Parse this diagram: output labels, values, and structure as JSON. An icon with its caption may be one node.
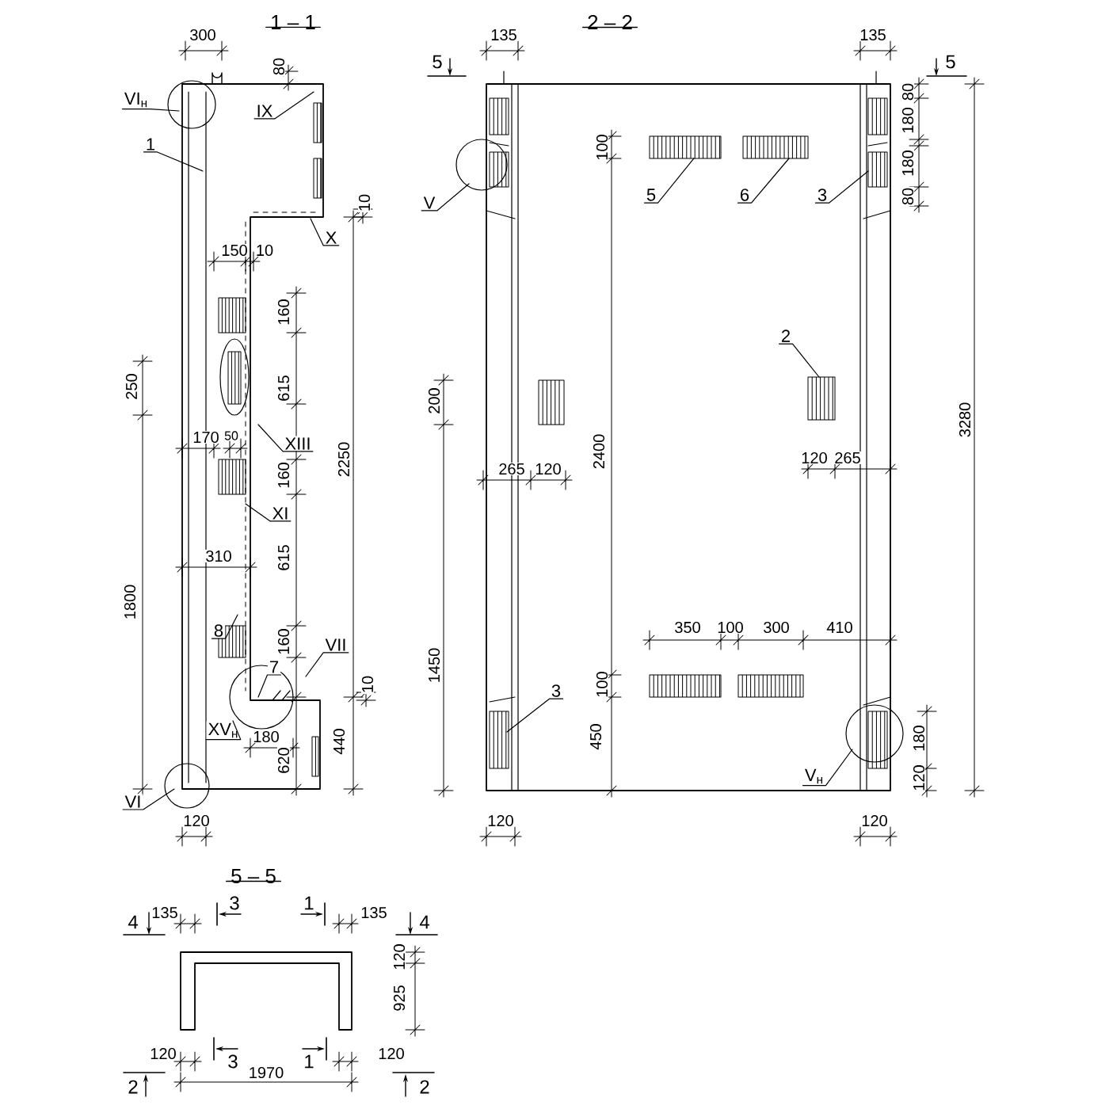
{
  "diagram": {
    "nodes": [
      {
        "text": [
          "VI$_{н}$"
        ]
      },
      {
        "text": [
          "1"
        ]
      },
      {
        "text": [
          "IX"
        ]
      },
      {
        "text": [
          "X"
        ]
      },
      {
        "text": [
          "XIII"
        ]
      },
      {
        "text": [
          "XI"
        ]
      },
      {
        "text": [
          "8"
        ]
      },
      {
        "text": [
          "7"
        ]
      },
      {
        "text": [
          "VII"
        ]
      },
      {
        "text": [
          "XV$_{н}$"
        ]
      },
      {
        "text": [
          "VI"
        ]
      },
      {
        "text": [
          "V"
        ]
      },
      {
        "text": [
          "5"
        ]
      },
      {
        "text": [
          "6"
        ]
      },
      {
        "text": [
          "3"
        ]
      },
      {
        "text": [
          "2"
        ]
      },
      {
        "text": [
          "3"
        ]
      },
      {
        "text": [
          "V$_{н}$"
        ]
      }
    ],
    "edges": [
      {
        "from": 0,
        "to": null,
        "arrow": "none"
      },
      {
        "from": 1,
        "to": null,
        "arrow": "none"
      },
      {
        "from": 2,
        "to": null,
        "arrow": "none"
      },
      {
        "from": 3,
        "to": null,
        "arrow": "none"
      },
      {
        "from": 4,
        "to": null,
        "arrow": "none"
      },
      {
        "from": 5,
        "to": null,
        "arrow": "none"
      },
      {
        "from": 6,
        "to": null,
        "arrow": "none"
      },
      {
        "from": 7,
        "to": null,
        "arrow": "none"
      },
      {
        "from": 8,
        "to": null,
        "arrow": "none"
      },
      {
        "from": 9,
        "to": null,
        "arrow": "none"
      },
      {
        "from": 10,
        "to": null,
        "arrow": "none"
      },
      {
        "from": 11,
        "to": null,
        "arrow": "none"
      },
      {
        "from": 12,
        "to": null,
        "arrow": "none"
      },
      {
        "from": 13,
        "to": null,
        "arrow": "none"
      },
      {
        "from": 14,
        "to": null,
        "arrow": "none"
      },
      {
        "from": 15,
        "to": null,
        "arrow": "none"
      },
      {
        "from": 16,
        "to": null,
        "arrow": "none"
      },
      {
        "from": 17,
        "to": null,
        "arrow": "none"
      }
    ],
    "labels": [
      "1 – 1",
      "300",
      "80",
      "10",
      "150",
      "10",
      "160",
      "250",
      "615",
      "170",
      "50",
      "2250",
      "160",
      "310",
      "615",
      "1800",
      "160",
      "10",
      "180",
      "440",
      "620",
      "120",
      "2 – 2",
      "5",
      "135",
      "135",
      "5",
      "80",
      "180",
      "180",
      "80",
      "100",
      "3280",
      "200",
      "2400",
      "265",
      "120",
      "120",
      "265",
      "1450",
      "350",
      "100",
      "300",
      "410",
      "100",
      "450",
      "180",
      "120",
      "120",
      "120",
      "5 – 5",
      "4",
      "135",
      "3",
      "1",
      "135",
      "4",
      "120",
      "925",
      "120",
      "3",
      "1",
      "120",
      "2",
      "2",
      "1970"
    ]
  }
}
